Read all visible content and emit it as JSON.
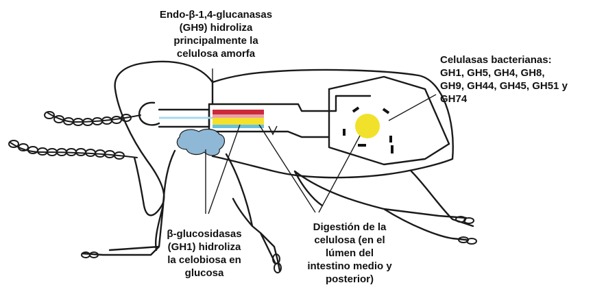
{
  "labels": {
    "endo": [
      "Endo-β-1,4-glucanasas",
      "(GH9) hidroliza",
      "principalmente la",
      "celulosa amorfa"
    ],
    "bacterial": [
      "Celulasas bacterianas:",
      "GH1, GH5, GH4, GH8,",
      "GH9, GH44, GH45, GH51 y",
      "GH74"
    ],
    "beta": [
      "β-glucosidasas",
      "(GH1) hidroliza",
      "la celobiosa en",
      "glucosa"
    ],
    "digestion": [
      "Digestión de la",
      "celulosa (en el",
      "lúmen del",
      "intestino medio y",
      "posterior)"
    ]
  },
  "colors": {
    "outline": "#1a1a1a",
    "gland": "#8fb8d6",
    "bacteria": "#f2e12a",
    "band_red": "#cc2a3a",
    "band_yellow": "#f3e12c",
    "band_blue": "#67c0e0",
    "band_pink": "#e8a2a8"
  }
}
